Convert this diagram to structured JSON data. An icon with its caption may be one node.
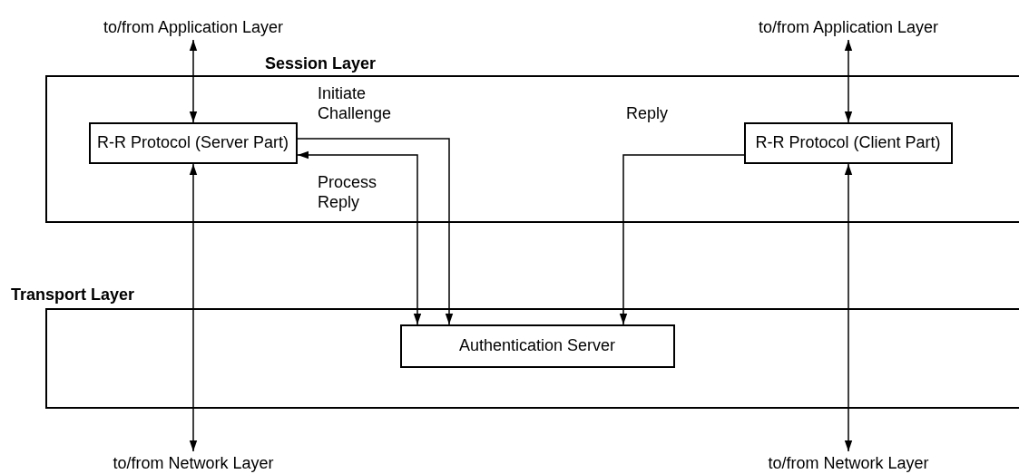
{
  "diagram": {
    "nodes": [
      {
        "text": [
          "Session Layer"
        ]
      },
      {
        "text": [
          "R-R Protocol (Server Part)"
        ],
        "in": 0
      },
      {
        "text": [
          "R-R Protocol (Client Part)"
        ],
        "in": 0
      },
      {
        "text": [
          "Transport Layer"
        ]
      },
      {
        "text": [
          "Authentication Server"
        ],
        "in": 3
      },
      {
        "text": [
          "to/from Application Layer"
        ]
      },
      {
        "text": [
          "to/from Application Layer"
        ]
      },
      {
        "text": [
          "to/from Network Layer"
        ]
      },
      {
        "text": [
          "to/from Network Layer"
        ]
      }
    ],
    "edges": [
      {
        "from": 5,
        "to": 1,
        "arrow": "both"
      },
      {
        "from": 6,
        "to": 2,
        "arrow": "both"
      },
      {
        "from": 1,
        "to": 7,
        "arrow": "both"
      },
      {
        "from": 2,
        "to": 8,
        "arrow": "both"
      },
      {
        "from": 1,
        "to": 4,
        "arrow": "to",
        "label": "Initiate Challenge"
      },
      {
        "from": 1,
        "to": 4,
        "arrow": "both",
        "label": "Process Reply"
      },
      {
        "from": 2,
        "to": 4,
        "arrow": "to",
        "label": "Reply"
      }
    ]
  }
}
